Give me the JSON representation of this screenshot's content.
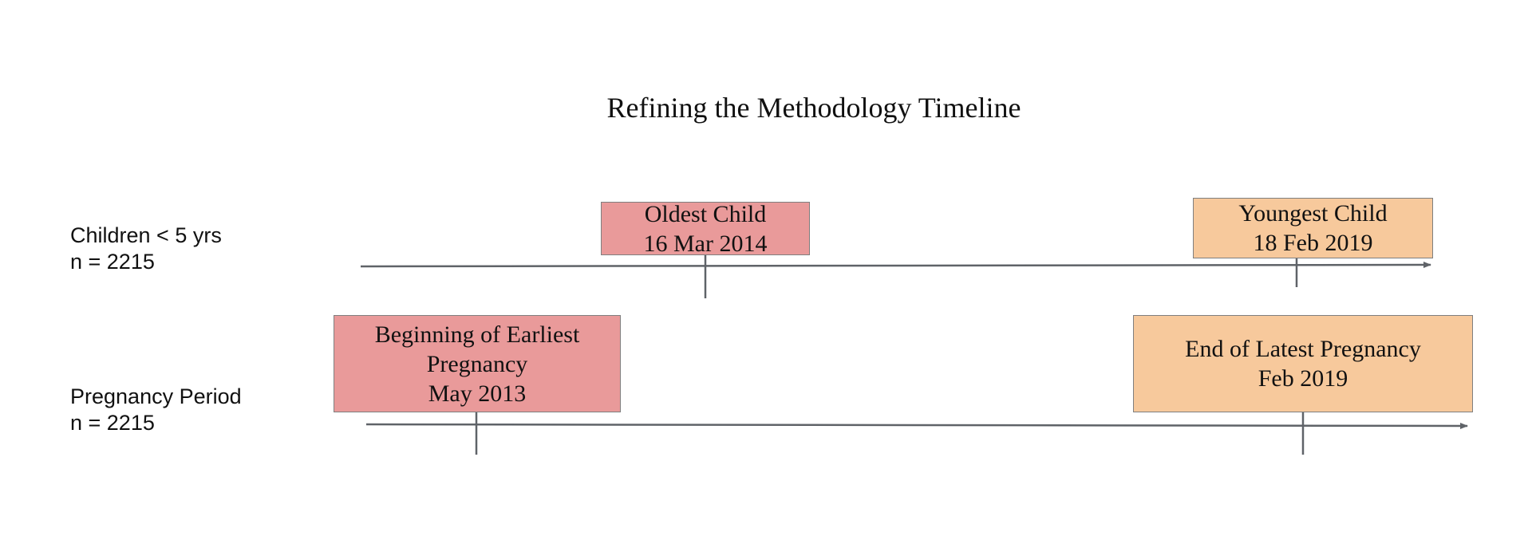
{
  "title": "Refining the Methodology Timeline",
  "colors": {
    "red_box": "#e99a9a",
    "orange_box": "#f7c99c",
    "line": "#5f6368"
  },
  "rows": [
    {
      "label_line1": "Children < 5 yrs",
      "label_line2": "n = 2215",
      "start_event": {
        "line1": "Oldest Child",
        "line2": "16 Mar 2014"
      },
      "end_event": {
        "line1": "Youngest Child",
        "line2": "18 Feb 2019"
      }
    },
    {
      "label_line1": "Pregnancy Period",
      "label_line2": "n = 2215",
      "start_event": {
        "line1": "Beginning of Earliest",
        "line2": "Pregnancy",
        "line3": "May 2013"
      },
      "end_event": {
        "line1": "End of Latest Pregnancy",
        "line2": "Feb 2019"
      }
    }
  ]
}
